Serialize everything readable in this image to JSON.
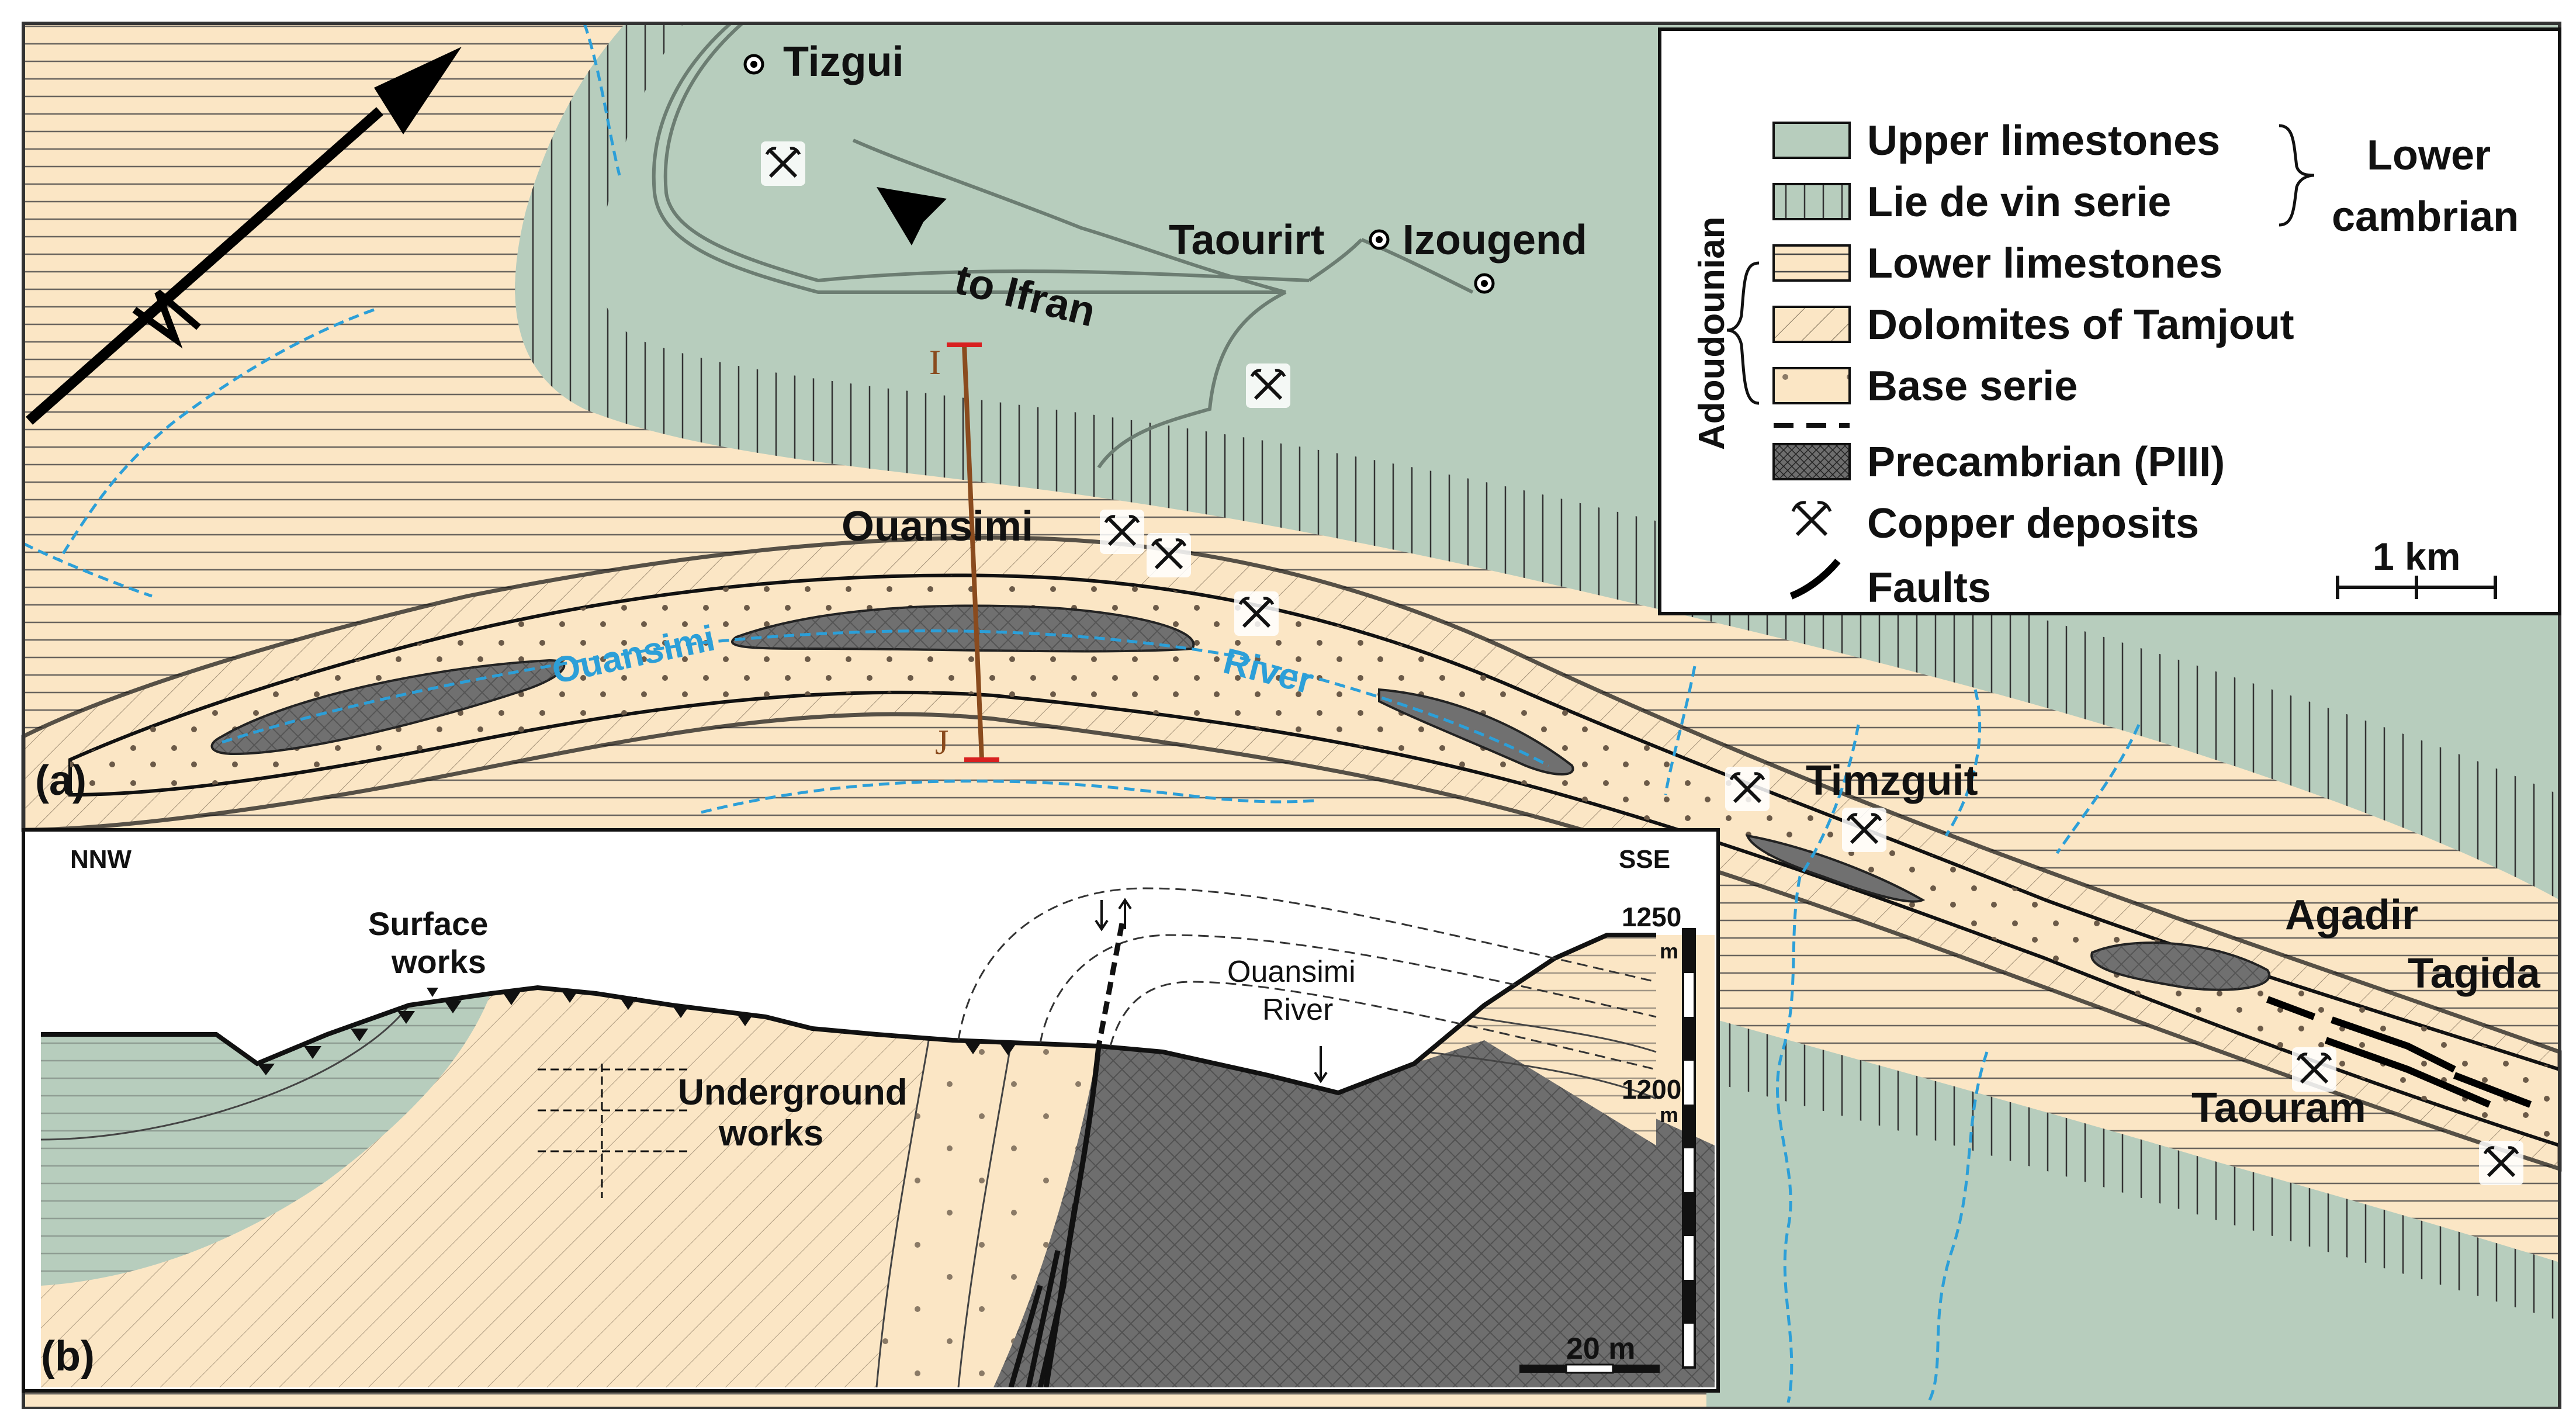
{
  "panel_a": {
    "label": "(a)",
    "localities": {
      "tizgui": "Tizgui",
      "taourirt": "Taourirt",
      "izougend": "Izougend",
      "ouansimi": "Ouansimi",
      "timzguit": "Timzguit",
      "agadir": "Agadir",
      "tagida": "Tagida",
      "taouram": "Taouram"
    },
    "road_label": "to Ifran",
    "river_word1": "Ouansimi",
    "river_word2": "River",
    "section_start": "I",
    "section_end": "J"
  },
  "legend": {
    "items": [
      {
        "key": "upper",
        "label": "Upper limestones",
        "color": "#b7cdbd"
      },
      {
        "key": "lie",
        "label": "Lie de vin serie",
        "color": "#b7cdbd"
      },
      {
        "key": "lower",
        "label": "Lower limestones",
        "color": "#fbe6c5"
      },
      {
        "key": "dolo",
        "label": "Dolomites of Tamjout",
        "color": "#fbe6c5"
      },
      {
        "key": "base",
        "label": "Base serie",
        "color": "#fbe6c5"
      },
      {
        "key": "pre",
        "label": "Precambrian (PIII)",
        "color": "#6e6e6e"
      },
      {
        "key": "copper",
        "label": "Copper deposits"
      },
      {
        "key": "faults",
        "label": "Faults"
      }
    ],
    "group_lower_cambrian_line1": "Lower",
    "group_lower_cambrian_line2": "cambrian",
    "group_adoudounian": "Adoudounian",
    "scale": "1 km"
  },
  "panel_b": {
    "label": "(b)",
    "left_direction": "NNW",
    "right_direction": "SSE",
    "surface_works_line1": "Surface",
    "surface_works_line2": "works",
    "underground_line1": "Underground",
    "underground_line2": "works",
    "river_line1": "Ouansimi",
    "river_line2": "River",
    "elev_1250": "1250",
    "elev_1200": "1200",
    "elev_unit": "m",
    "scale": "20 m"
  },
  "colors": {
    "green": "#b7cdbd",
    "sand": "#fbe6c5",
    "grey": "#6e6e6e",
    "river": "#2c9fd8",
    "section_line": "#8a4b1e"
  }
}
